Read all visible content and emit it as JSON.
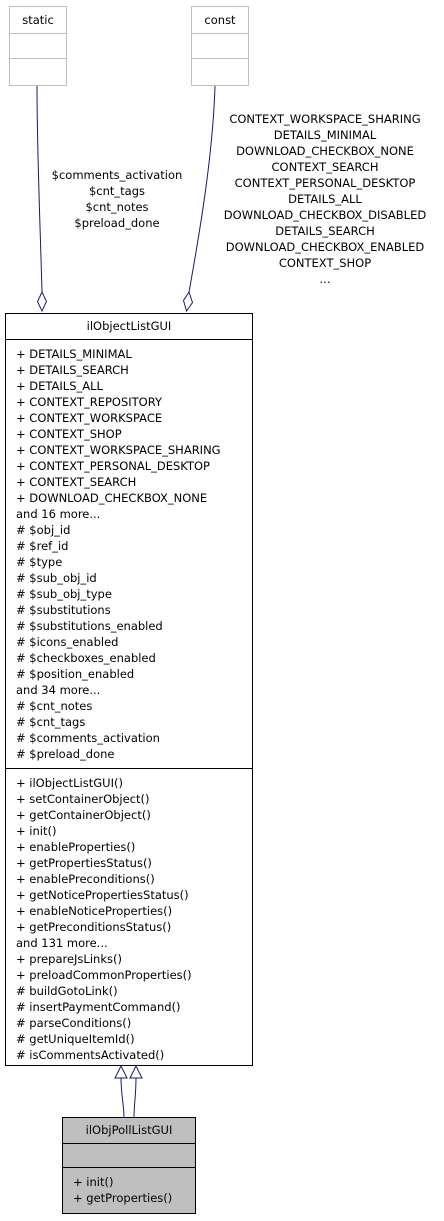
{
  "classes": {
    "static": {
      "name": "static"
    },
    "const": {
      "name": "const"
    },
    "main": {
      "name": "ilObjectListGUI",
      "attributes": [
        "+ DETAILS_MINIMAL",
        "+ DETAILS_SEARCH",
        "+ DETAILS_ALL",
        "+ CONTEXT_REPOSITORY",
        "+ CONTEXT_WORKSPACE",
        "+ CONTEXT_SHOP",
        "+ CONTEXT_WORKSPACE_SHARING",
        "+ CONTEXT_PERSONAL_DESKTOP",
        "+ CONTEXT_SEARCH",
        "+ DOWNLOAD_CHECKBOX_NONE",
        "and 16 more...",
        "# $obj_id",
        "# $ref_id",
        "# $type",
        "# $sub_obj_id",
        "# $sub_obj_type",
        "# $substitutions",
        "# $substitutions_enabled",
        "# $icons_enabled",
        "# $checkboxes_enabled",
        "# $position_enabled",
        "and 34 more...",
        "# $cnt_notes",
        "# $cnt_tags",
        "# $comments_activation",
        "# $preload_done"
      ],
      "methods": [
        "+ ilObjectListGUI()",
        "+ setContainerObject()",
        "+ getContainerObject()",
        "+ init()",
        "+ enableProperties()",
        "+ getPropertiesStatus()",
        "+ enablePreconditions()",
        "+ getNoticePropertiesStatus()",
        "+ enableNoticeProperties()",
        "+ getPreconditionsStatus()",
        "and 131 more...",
        "+ prepareJsLinks()",
        "+ preloadCommonProperties()",
        "# buildGotoLink()",
        "# insertPaymentCommand()",
        "# parseConditions()",
        "# getUniqueItemId()",
        "# isCommentsActivated()"
      ]
    },
    "derived": {
      "name": "ilObjPollListGUI",
      "methods": [
        "+ init()",
        "+ getProperties()"
      ]
    }
  },
  "edges": {
    "static_label": [
      "$comments_activation",
      "$cnt_tags",
      "$cnt_notes",
      "$preload_done"
    ],
    "const_label": [
      "CONTEXT_WORKSPACE_SHARING",
      "DETAILS_MINIMAL",
      "DOWNLOAD_CHECKBOX_NONE",
      "CONTEXT_SEARCH",
      "CONTEXT_PERSONAL_DESKTOP",
      "DETAILS_ALL",
      "DOWNLOAD_CHECKBOX_DISABLED",
      "DETAILS_SEARCH",
      "DOWNLOAD_CHECKBOX_ENABLED",
      "CONTEXT_SHOP",
      "..."
    ]
  },
  "colors": {
    "line": "#191970",
    "grey_border": "#bfbfbf",
    "selected_fill": "#bfbfbf"
  }
}
